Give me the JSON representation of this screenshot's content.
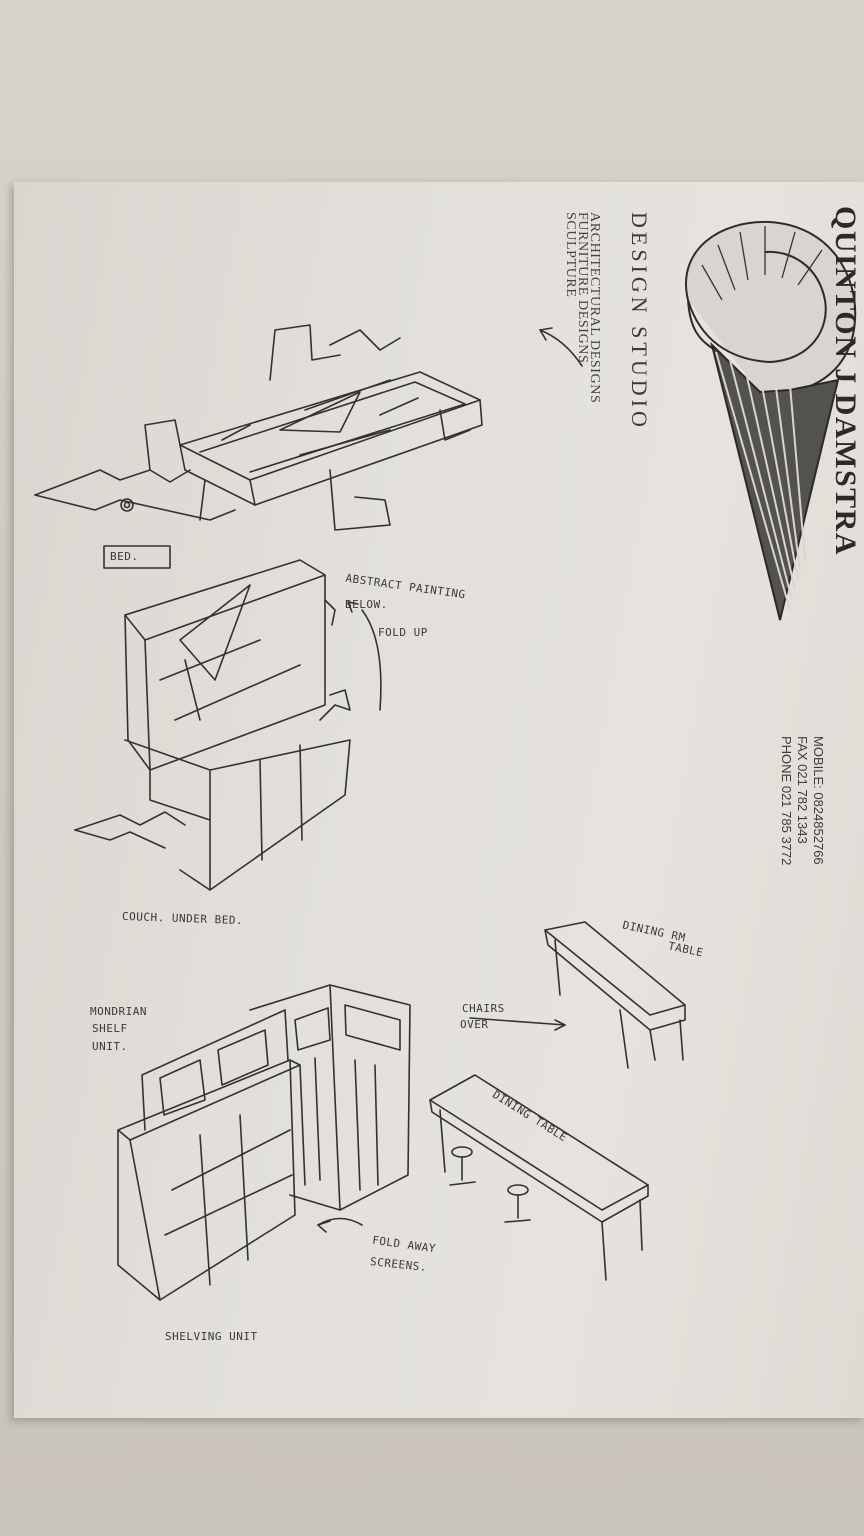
{
  "letterhead": {
    "company": "QUINTON J DAMSTRA",
    "studio": "DESIGN STUDIO",
    "services": [
      "ARCHITECTURAL DESIGNS",
      "FURNITURE DESIGNS",
      "SCULPTURE"
    ],
    "contacts": [
      "MOBILE: 0824852766",
      "FAX 021 782 1343",
      "PHONE 021 785 3772"
    ]
  },
  "notes": {
    "bed": "BED.",
    "abstract_painting": "ABSTRACT PAINTING",
    "below": "BELOW.",
    "fold_up": "FOLD UP",
    "couch": "COUCH. UNDER BED.",
    "dining_table_top": "DINING RM",
    "table": "TABLE",
    "chairs": "CHAIRS",
    "over": "OVER",
    "mondrian": "MONDRIAN",
    "shelf": "SHELF",
    "unit": "UNIT.",
    "dining_table": "DINING TABLE",
    "fold_away": "FOLD AWAY",
    "screens": "SCREENS.",
    "shelving": "SHELVING UNIT"
  },
  "colors": {
    "paper": "#e3e0db",
    "ink": "#333230",
    "backdrop": "#cfcbc1"
  }
}
